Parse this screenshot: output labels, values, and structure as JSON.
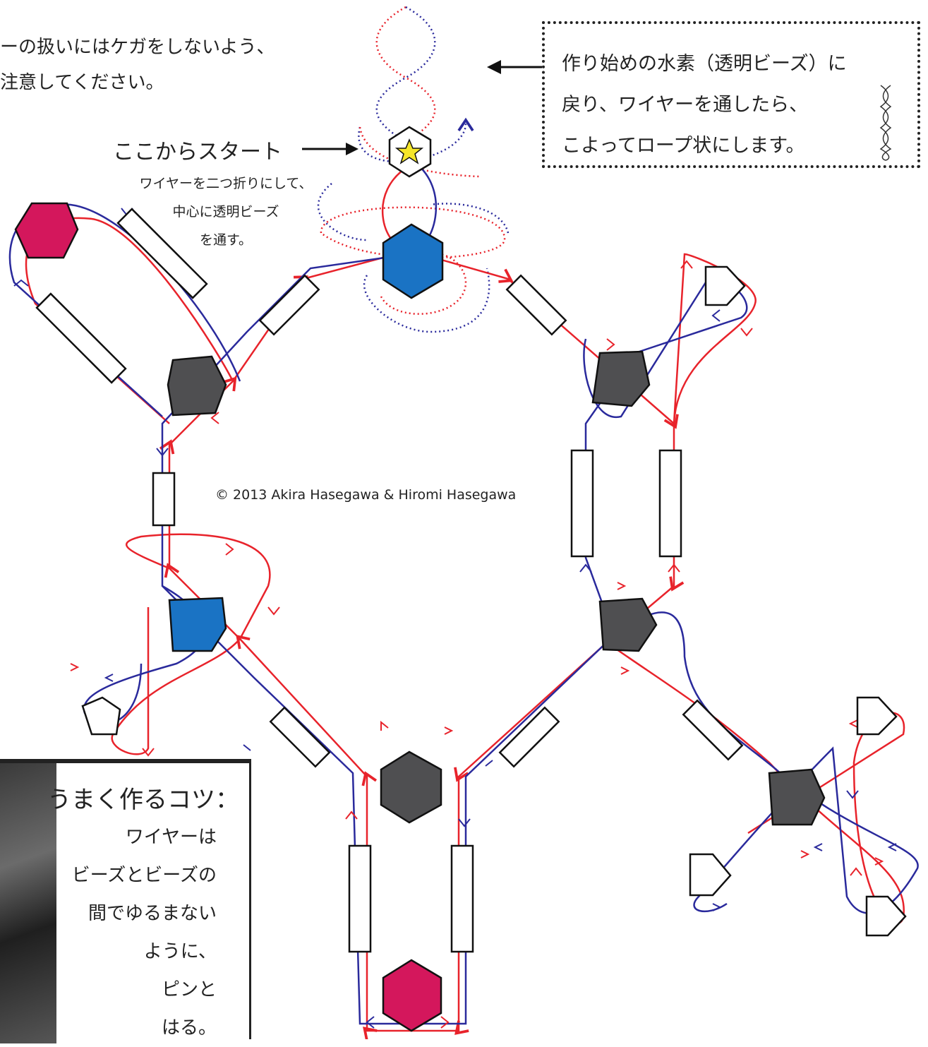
{
  "warning": {
    "line1": "ーの扱いにはケガをしないよう、",
    "line2": "注意してください。"
  },
  "start": {
    "label": "ここからスタート",
    "note": [
      "ワイヤーを二つ折りにして、",
      "中心に透明ビーズ",
      "を通す。"
    ]
  },
  "callout": {
    "lines": [
      "作り始めの水素（透明ビーズ）に",
      "戻り、ワイヤーを通したら、",
      "こよってロープ状にします。"
    ]
  },
  "copyright": "© 2013 Akira Hasegawa & Hiromi Hasegawa",
  "tips": {
    "title": "うまく作るコツ：",
    "lines": [
      "ワイヤーは",
      "ビーズとビーズの",
      "間でゆるまない",
      "ように、",
      "ピンと",
      "はる。"
    ]
  },
  "colors": {
    "wire_red": "#e8232b",
    "wire_blue": "#2a2a9c",
    "bead_blue": "#1a73c4",
    "bead_magenta": "#d4175c",
    "bead_gray": "#4f4f51",
    "bead_clear": "#ffffff",
    "star": "#f5e62a"
  }
}
